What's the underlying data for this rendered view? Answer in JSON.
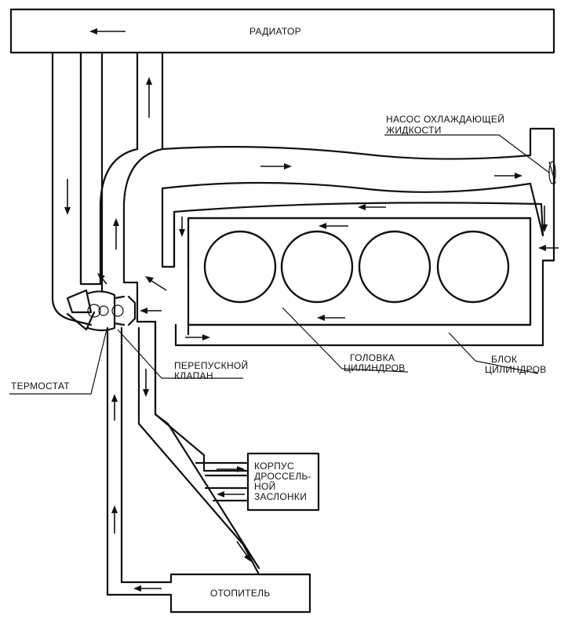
{
  "labels": {
    "radiator": "РАДИАТОР",
    "pump": [
      "НАСОС ОХЛАЖДАЮЩЕЙ",
      "ЖИДКОСТИ"
    ],
    "thermostat": "ТЕРМОСТАТ",
    "bypass_valve": [
      "ПЕРЕПУСКНОЙ",
      "КЛАПАН"
    ],
    "cylinder_head": [
      "ГОЛОВКА",
      "ЦИЛИНДРОВ"
    ],
    "cylinder_block": [
      "БЛОК",
      "ЦИЛИНДРОВ"
    ],
    "throttle_body": [
      "КОРПУС",
      "ДРОССЕЛЬ-",
      "НОЙ",
      "ЗАСЛОНКИ"
    ],
    "heater": "ОТОПИТЕЛЬ"
  },
  "cylinder_count": 4
}
